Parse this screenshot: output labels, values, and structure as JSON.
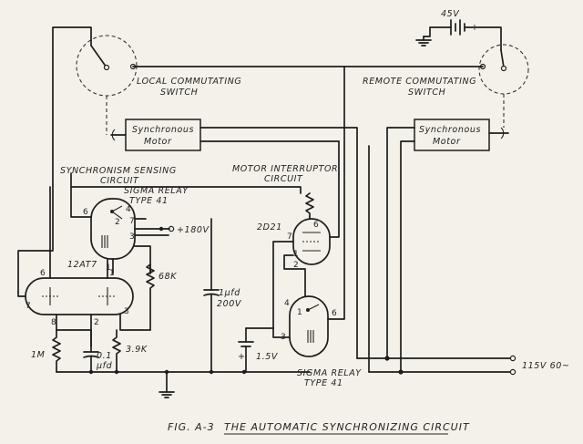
{
  "labels": {
    "battery": "45V",
    "minus": "−",
    "plus": "+",
    "local_switch_1": "LOCAL COMMUTATING",
    "local_switch_2": "SWITCH",
    "remote_switch_1": "REMOTE COMMUTATING",
    "remote_switch_2": "SWITCH",
    "motor_left_1": "Synchronous",
    "motor_left_2": "Motor",
    "motor_right_1": "Synchronous",
    "motor_right_2": "Motor",
    "sensing_1": "SYNCHRONISM SENSING",
    "sensing_2": "CIRCUIT",
    "relay_top_1": "SIGMA RELAY",
    "relay_top_2": "TYPE 41",
    "interruptor_1": "MOTOR INTERRUPTOR",
    "interruptor_2": "CIRCUIT",
    "plate_voltage": "+180V",
    "r_68k": "68K",
    "thyratron": "2D21",
    "tube": "12AT7",
    "cap_1ufd_1": "1µfd",
    "cap_1ufd_2": "200V",
    "r_1m": "1M",
    "cap_01_1": "0.1",
    "cap_01_2": "µfd",
    "r_39k": "3.9K",
    "bias": "1.5V",
    "bias_plus": "+",
    "relay_bot_1": "SIGMA RELAY",
    "relay_bot_2": "TYPE 41",
    "mains": "115V 60~",
    "caption_fig": "FIG. A-3",
    "caption_title": "THE AUTOMATIC SYNCHRONIZING CIRCUIT"
  },
  "pins": {
    "relay_top": [
      "6",
      "2",
      "4",
      "7",
      "3",
      "1"
    ],
    "tube": [
      "6",
      "7",
      "1",
      "8",
      "2",
      "3"
    ],
    "thyratron": [
      "6",
      "7",
      "1",
      "2"
    ],
    "relay_bot": [
      "4",
      "1",
      "6",
      "3"
    ]
  }
}
